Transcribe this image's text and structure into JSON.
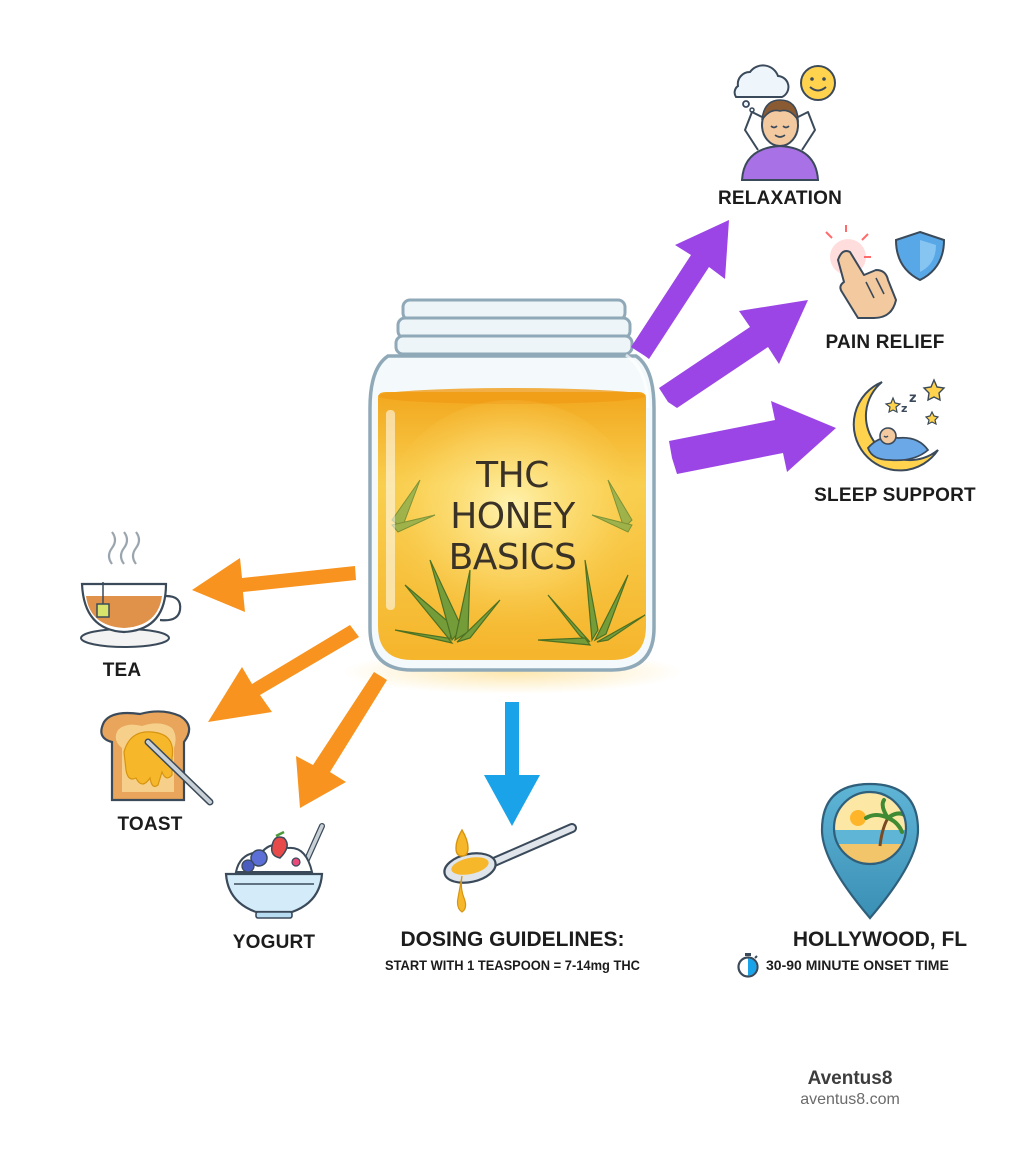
{
  "jar": {
    "title_lines": [
      "THC",
      "HONEY",
      "BASICS"
    ]
  },
  "benefits": [
    {
      "label": "RELAXATION"
    },
    {
      "label": "PAIN RELIEF"
    },
    {
      "label": "SLEEP SUPPORT"
    }
  ],
  "uses": [
    {
      "label": "TEA"
    },
    {
      "label": "TOAST"
    },
    {
      "label": "YOGURT"
    }
  ],
  "dosing": {
    "title": "DOSING GUIDELINES:",
    "detail": "START WITH 1 TEASPOON = 7-14mg THC"
  },
  "location": {
    "title": "HOLLYWOOD, FL",
    "onset": "30-90 MINUTE ONSET TIME"
  },
  "brand": {
    "name": "Aventus8",
    "url": "aventus8.com"
  },
  "colors": {
    "benefit_arrow": "#9b45e6",
    "use_arrow": "#f7931e",
    "dosing_arrow": "#1aa3e8",
    "honey": "#f6b82a",
    "leaf": "#6a9a3a",
    "pin": "#4aa6c7"
  },
  "icons": {
    "relaxation": "relaxing-person-icon",
    "pain_relief": "hand-shield-icon",
    "sleep_support": "moon-sleep-icon",
    "tea": "tea-cup-icon",
    "toast": "toast-honey-icon",
    "yogurt": "yogurt-bowl-icon",
    "dosing": "honey-spoon-icon",
    "location": "beach-location-pin-icon",
    "onset": "stopwatch-icon"
  }
}
